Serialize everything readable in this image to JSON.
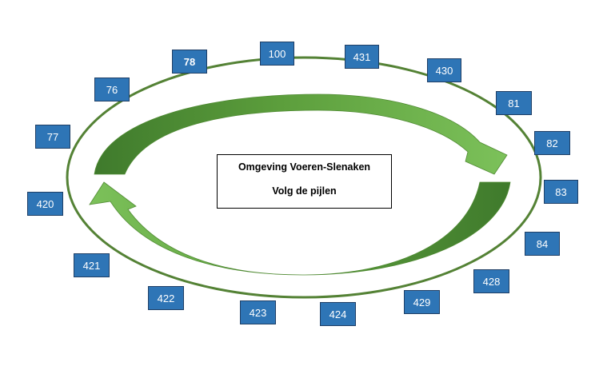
{
  "center": {
    "title": "Omgeving Voeren-Slenaken",
    "subtitle": "Volg de pijlen"
  },
  "nodes": [
    {
      "id": "100",
      "label": "100",
      "bold": false
    },
    {
      "id": "431",
      "label": "431",
      "bold": false
    },
    {
      "id": "430",
      "label": "430",
      "bold": false
    },
    {
      "id": "81",
      "label": "81",
      "bold": false
    },
    {
      "id": "82",
      "label": "82",
      "bold": false
    },
    {
      "id": "83",
      "label": "83",
      "bold": false
    },
    {
      "id": "84",
      "label": "84",
      "bold": false
    },
    {
      "id": "428",
      "label": "428",
      "bold": false
    },
    {
      "id": "429",
      "label": "429",
      "bold": false
    },
    {
      "id": "424",
      "label": "424",
      "bold": false
    },
    {
      "id": "423",
      "label": "423",
      "bold": false
    },
    {
      "id": "422",
      "label": "422",
      "bold": false
    },
    {
      "id": "421",
      "label": "421",
      "bold": false
    },
    {
      "id": "420",
      "label": "420",
      "bold": false
    },
    {
      "id": "77",
      "label": "77",
      "bold": false
    },
    {
      "id": "76",
      "label": "76",
      "bold": false
    },
    {
      "id": "78",
      "label": "78",
      "bold": true
    }
  ],
  "colors": {
    "ellipse": "#548235",
    "arrow_light": "#70ad47",
    "arrow_dark": "#548235",
    "node_fill": "#2e75b6",
    "node_border": "#1f3f66"
  }
}
